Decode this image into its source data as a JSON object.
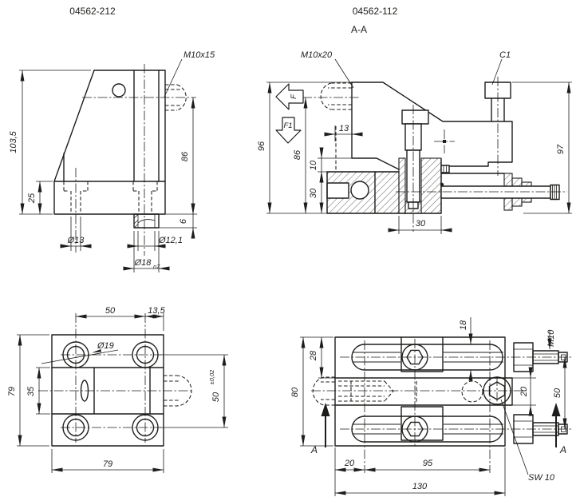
{
  "page": {
    "bg": "#ffffff",
    "ink": "#1d1d1b"
  },
  "titles": {
    "left_part": "04562-212",
    "right_part": "04562-112",
    "section": "A-A"
  },
  "front": {
    "thread": "M10x15",
    "h_total": "103,5",
    "h_base": "25",
    "h_boss": "86",
    "h_pin": "6",
    "d_hole": "Ø13",
    "d_core": "Ø12,1",
    "d_pin": "Ø18",
    "d_pin_fit": "n7"
  },
  "section": {
    "thread": "M10x20",
    "chamfer": "C1",
    "force": "F",
    "force2": "F1",
    "h_total": "96",
    "h_axis": "86",
    "w_offset": "13",
    "h_step": "10",
    "h_block": "30",
    "w_block": "30",
    "h_right": "97"
  },
  "plate": {
    "w_holes": "50",
    "w_edge": "13,5",
    "h_total": "79",
    "h_mid": "35",
    "h_holes": "50",
    "h_holes_tol": "±0,02",
    "w_total": "79",
    "d_cbore": "Ø19"
  },
  "top": {
    "h_total": "80",
    "h_slot_edge": "28",
    "w_slot": "18",
    "thread": "M10",
    "h_block": "20",
    "h_studs": "50",
    "w_left": "20",
    "w_slots": "95",
    "w_total": "130",
    "wrench": "SW 10",
    "cut_label": "A"
  }
}
